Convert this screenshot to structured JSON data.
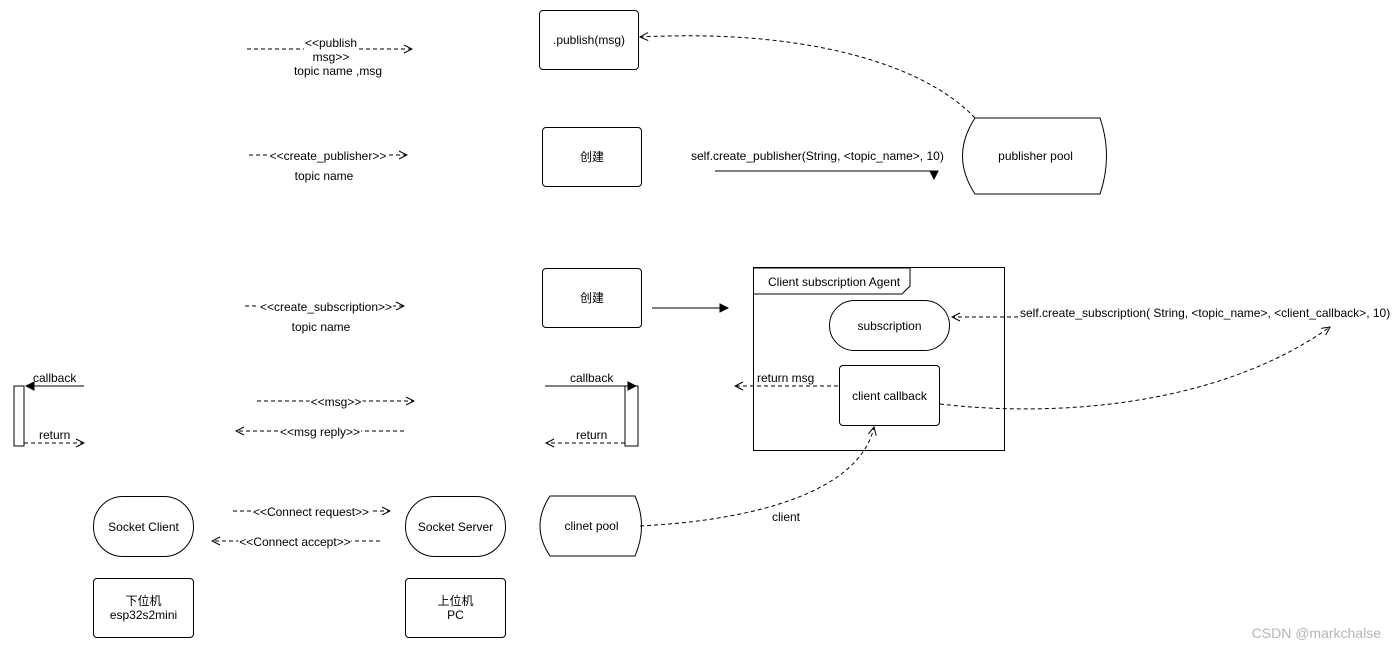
{
  "nodes": {
    "publish_box": ".publish(msg)",
    "create_box_1": "创建",
    "create_box_2": "创建",
    "publisher_pool": "publisher pool",
    "client_subscription_agent": "Client subscription Agent",
    "subscription": "subscription",
    "client_callback": "client callback",
    "client_pool": "clinet pool",
    "socket_client": "Socket Client",
    "socket_server": "Socket Server",
    "lower_machine_line1": "下位机",
    "lower_machine_line2": "esp32s2mini",
    "upper_machine_line1": "上位机",
    "upper_machine_line2": "PC"
  },
  "labels": {
    "publish_line1": "<<publish",
    "publish_line2": "msg>>",
    "publish_line3": "topic name ,msg",
    "create_publisher": "<<create_publisher>>",
    "create_publisher_topic": "topic name",
    "create_subscription": "<<create_subscription>>",
    "create_subscription_topic": "topic name",
    "msg": "<<msg>>",
    "msg_reply": "<<msg reply>>",
    "connect_request": "<<Connect request>>",
    "connect_accept": "<<Connect accept>>",
    "callback_left": "callback",
    "return_left": "return",
    "callback_right": "callback",
    "return_right": "return",
    "create_publisher_call": "self.create_publisher(String, <topic_name>, 10)",
    "create_subscription_call": "self.create_subscription( String, <topic_name>, <client_callback>, 10)",
    "return_msg": "return msg",
    "client": "client"
  },
  "watermark": "CSDN @markchalse",
  "colors": {
    "line": "#000000",
    "background": "#ffffff",
    "watermark": "#b5b5b5"
  }
}
